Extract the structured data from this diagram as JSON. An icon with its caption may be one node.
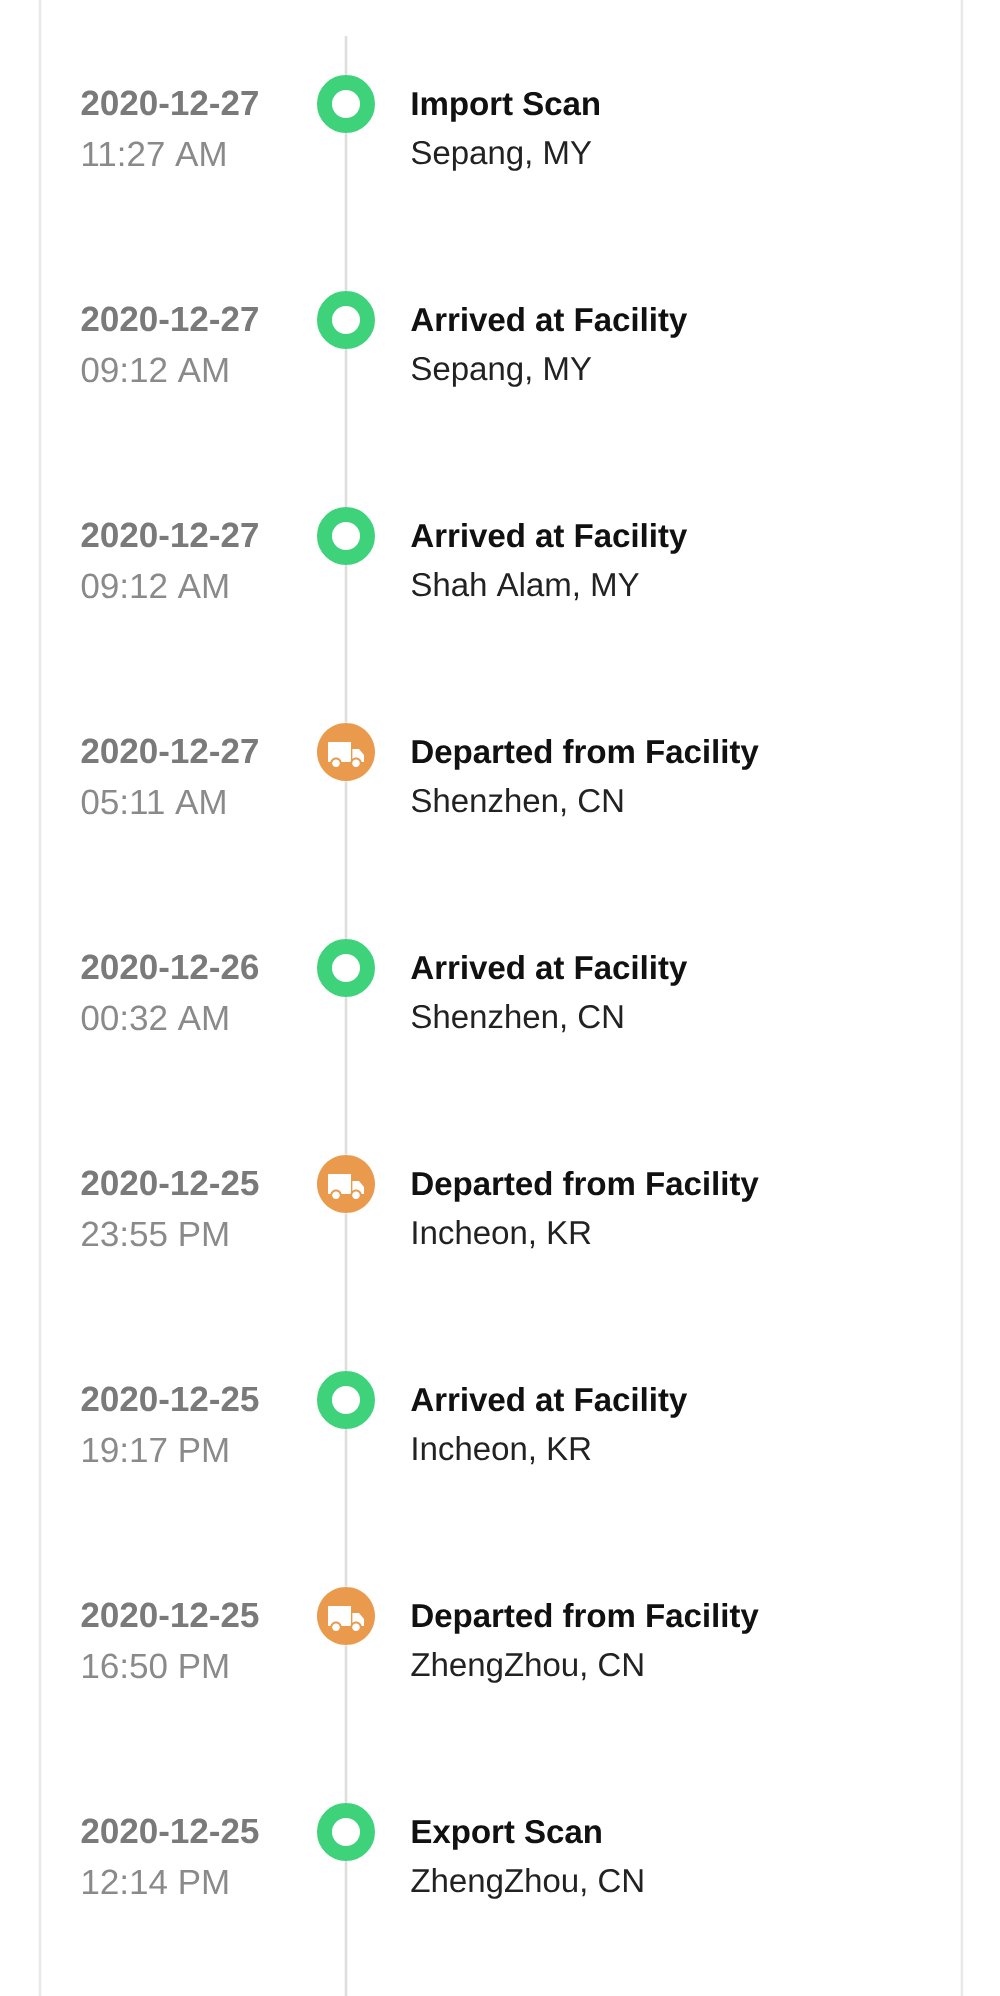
{
  "diagram": {
    "nodes": [
      {
        "text": [],
        "shape": "ring",
        "beside": [
          "2020-12-27",
          "11:27 AM",
          "Import Scan",
          "Sepang, MY"
        ]
      },
      {
        "text": [],
        "shape": "ring",
        "beside": [
          "2020-12-27",
          "09:12 AM",
          "Arrived at Facility",
          "Sepang, MY"
        ]
      },
      {
        "text": [],
        "shape": "ring",
        "beside": [
          "2020-12-27",
          "09:12 AM",
          "Arrived at Facility",
          "Shah Alam, MY"
        ]
      },
      {
        "text": [],
        "shape": "truck",
        "beside": [
          "2020-12-27",
          "05:11 AM",
          "Departed from Facility",
          "Shenzhen, CN"
        ]
      },
      {
        "text": [],
        "shape": "ring",
        "beside": [
          "2020-12-26",
          "00:32 AM",
          "Arrived at Facility",
          "Shenzhen, CN"
        ]
      },
      {
        "text": [],
        "shape": "truck",
        "beside": [
          "2020-12-25",
          "23:55 PM",
          "Departed from Facility",
          "Incheon, KR"
        ]
      },
      {
        "text": [],
        "shape": "ring",
        "beside": [
          "2020-12-25",
          "19:17 PM",
          "Arrived at Facility",
          "Incheon, KR"
        ]
      },
      {
        "text": [],
        "shape": "truck",
        "beside": [
          "2020-12-25",
          "16:50 PM",
          "Departed from Facility",
          "ZhengZhou, CN"
        ]
      },
      {
        "text": [],
        "shape": "ring",
        "beside": [
          "2020-12-25",
          "12:14 PM",
          "Export Scan",
          "ZhengZhou, CN"
        ]
      }
    ],
    "edges": [
      {
        "from": null,
        "to": 0,
        "arrow": "none"
      },
      {
        "from": 0,
        "to": 1,
        "arrow": "none"
      },
      {
        "from": 1,
        "to": 2,
        "arrow": "none"
      },
      {
        "from": 2,
        "to": 3,
        "arrow": "none"
      },
      {
        "from": 3,
        "to": 4,
        "arrow": "none"
      },
      {
        "from": 4,
        "to": 5,
        "arrow": "none"
      },
      {
        "from": 5,
        "to": 6,
        "arrow": "none"
      },
      {
        "from": 6,
        "to": 7,
        "arrow": "none"
      },
      {
        "from": 7,
        "to": 8,
        "arrow": "none"
      },
      {
        "from": 8,
        "to": null,
        "arrow": "none"
      }
    ]
  }
}
